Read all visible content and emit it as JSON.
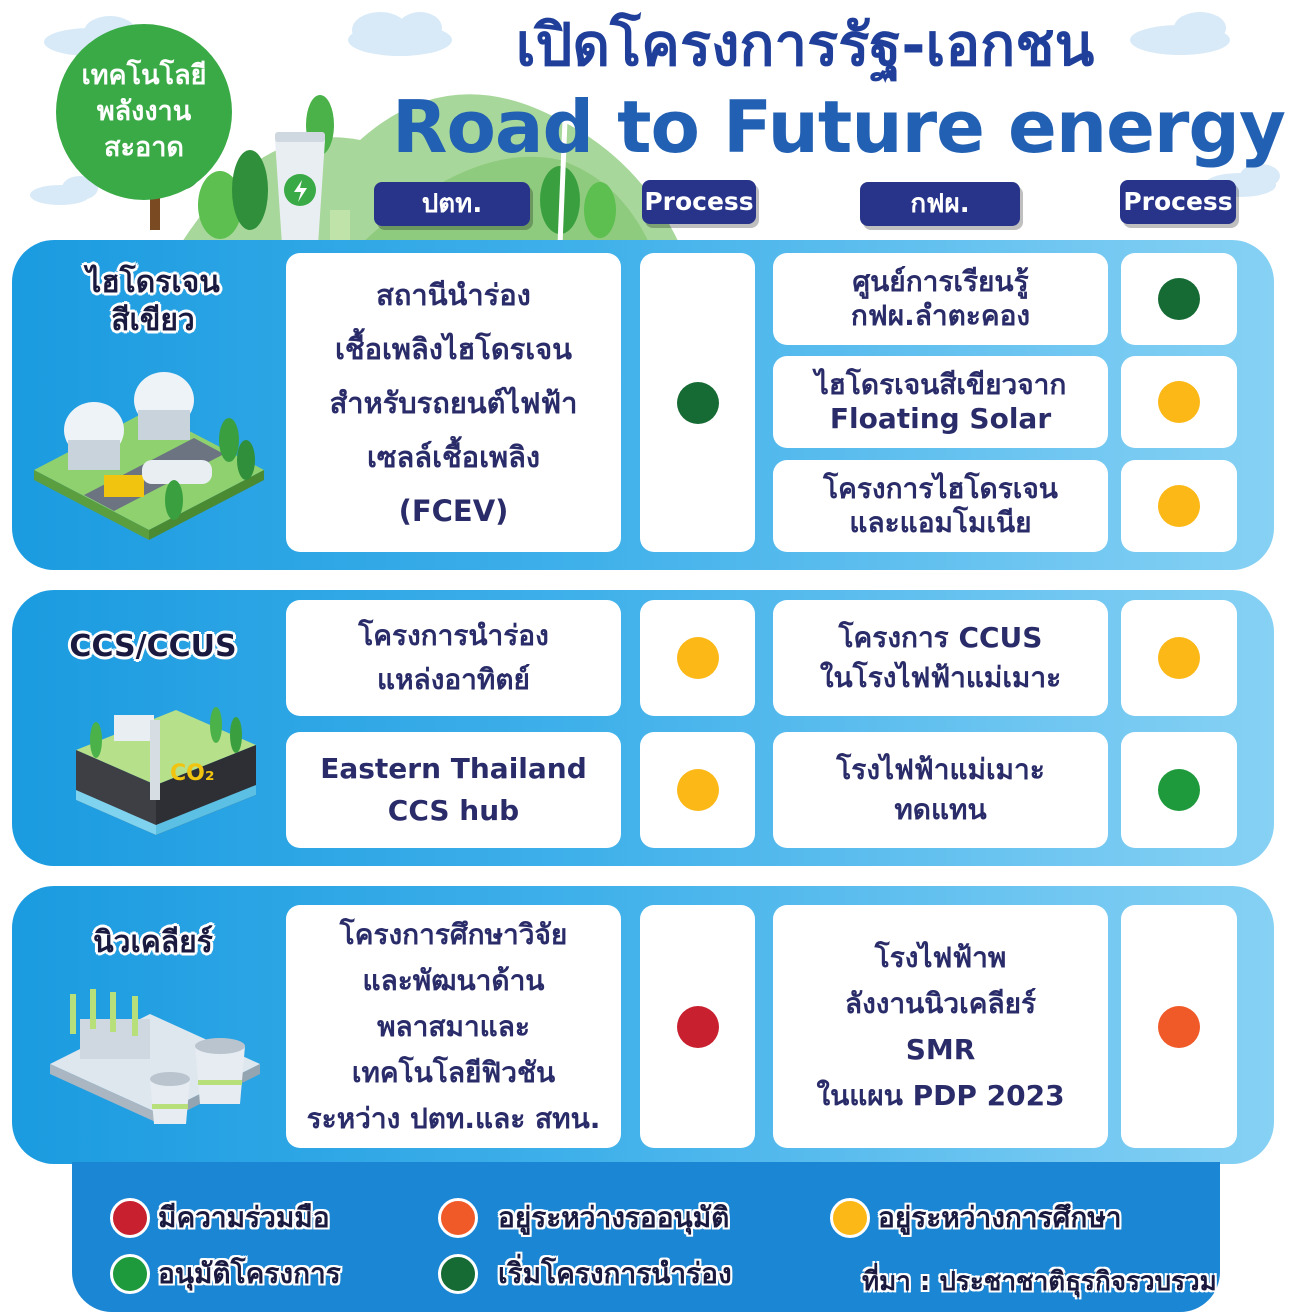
{
  "header": {
    "badge_line1": "เทคโนโลยี",
    "badge_line2": "พลังงาน",
    "badge_line3": "สะอาด",
    "title_th": "เปิดโครงการรัฐ-เอกชน",
    "title_en": "Road to Future energy"
  },
  "columns": {
    "ptt": "ปตท.",
    "process1": "Process",
    "egat": "กฟผ.",
    "process2": "Process"
  },
  "colors": {
    "red": "#c8202f",
    "orange": "#f05a28",
    "yellow": "#fbb817",
    "green": "#1e9a3c",
    "dark_green": "#166b34"
  },
  "sections": {
    "hydrogen": {
      "label": "ไฮโดรเจน\nสีเขียว",
      "icon": "hydrogen-station-illustration",
      "ptt_project": "สถานีนำร่อง\nเชื้อเพลิงไฮโดรเจน\nสำหรับรถยนต์ไฟฟ้า\nเซลล์เชื้อเพลิง\n(FCEV)",
      "ptt_status": "dark_green",
      "egat_projects": [
        {
          "text": "ศูนย์การเรียนรู้\nกฟผ.ลำตะคอง",
          "status": "dark_green"
        },
        {
          "text": "ไฮโดรเจนสีเขียวจาก\nFloating Solar",
          "status": "yellow"
        },
        {
          "text": "โครงการไฮโดรเจน\nและแอมโมเนีย",
          "status": "yellow"
        }
      ]
    },
    "ccs": {
      "label": "CCS/CCUS",
      "icon": "co2-storage-illustration",
      "ptt_projects": [
        {
          "text": "โครงการนำร่อง\nแหล่งอาทิตย์",
          "status": "yellow"
        },
        {
          "text": "Eastern Thailand\nCCS hub",
          "status": "yellow"
        }
      ],
      "egat_projects": [
        {
          "text": "โครงการ CCUS\nในโรงไฟฟ้าแม่เมาะ",
          "status": "yellow"
        },
        {
          "text": "โรงไฟฟ้าแม่เมาะ\nทดแทน",
          "status": "green"
        }
      ]
    },
    "nuclear": {
      "label": "นิวเคลียร์",
      "icon": "nuclear-plant-illustration",
      "ptt_project": "โครงการศึกษาวิจัย\nและพัฒนาด้าน\nพลาสมาและ\nเทคโนโลยีฟิวชัน\nระหว่าง ปตท.และ สทน.",
      "ptt_status": "red",
      "egat_project": "โรงไฟฟ้าพ\nลังงานนิวเคลียร์\nSMR\nในแผน PDP 2023",
      "egat_status": "orange"
    }
  },
  "legend": [
    {
      "label": "มีความร่วมมือ",
      "color": "#c8202f"
    },
    {
      "label": "อยู่ระหว่างรออนุมัติ",
      "color": "#f05a28"
    },
    {
      "label": "อยู่ระหว่างการศึกษา",
      "color": "#fbb817"
    },
    {
      "label": "อนุมัติโครงการ",
      "color": "#1e9a3c"
    },
    {
      "label": "เริ่มโครงการนำร่อง",
      "color": "#166b34"
    }
  ],
  "source": "ที่มา : ประชาชาติธุรกิจรวบรวม"
}
